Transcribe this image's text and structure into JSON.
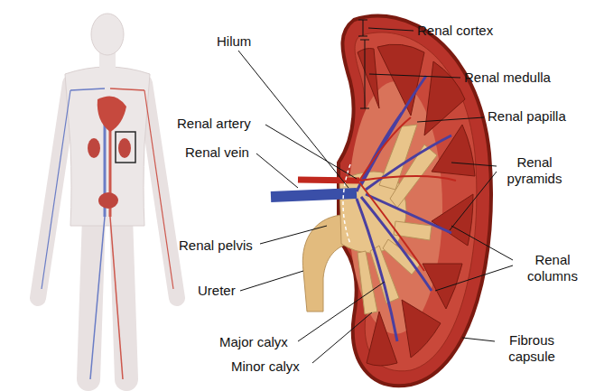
{
  "diagram": {
    "labels": [
      "Renal cortex",
      "Hilum",
      "Renal medulla",
      "Renal artery",
      "Renal papilla",
      "Renal vein",
      "Renal pyramids",
      "Renal pelvis",
      "Renal columns",
      "Ureter",
      "Major calyx",
      "Fibrous capsule",
      "Minor calyx"
    ]
  }
}
